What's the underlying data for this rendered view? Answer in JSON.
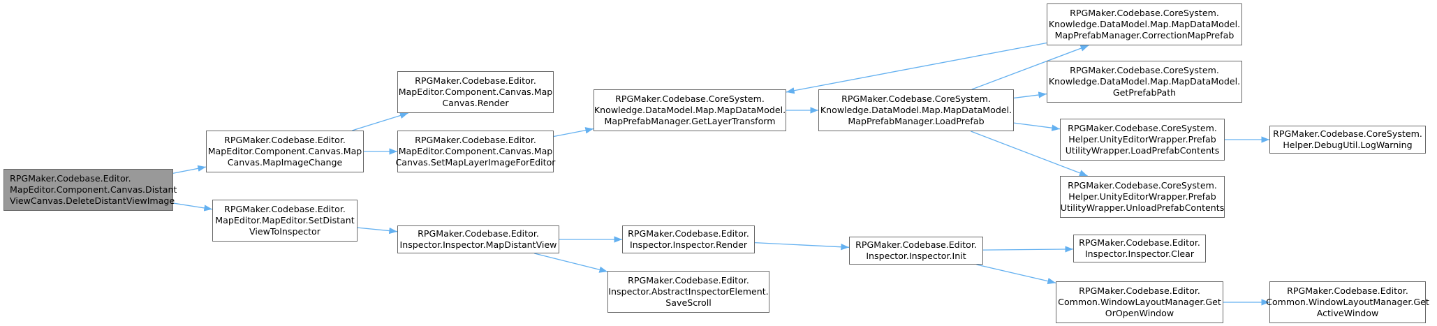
{
  "diagram": {
    "edge_color": "#63b0f0",
    "root_fill": "#999999",
    "nodes": [
      {
        "id": "n1",
        "lines": [
          "RPGMaker.Codebase.Editor.",
          "MapEditor.Component.Canvas.Distant",
          "ViewCanvas.DeleteDistantViewImage"
        ]
      },
      {
        "id": "n2",
        "lines": [
          "RPGMaker.Codebase.Editor.",
          "MapEditor.Component.Canvas.Map",
          "Canvas.MapImageChange"
        ]
      },
      {
        "id": "n3",
        "lines": [
          "RPGMaker.Codebase.Editor.",
          "MapEditor.Component.Canvas.Map",
          "Canvas.Render"
        ]
      },
      {
        "id": "n4",
        "lines": [
          "RPGMaker.Codebase.Editor.",
          "MapEditor.Component.Canvas.Map",
          "Canvas.SetMapLayerImageForEditor"
        ]
      },
      {
        "id": "n5",
        "lines": [
          "RPGMaker.Codebase.CoreSystem.",
          "Knowledge.DataModel.Map.MapDataModel.",
          "MapPrefabManager.GetLayerTransform"
        ]
      },
      {
        "id": "n6",
        "lines": [
          "RPGMaker.Codebase.CoreSystem.",
          "Knowledge.DataModel.Map.MapDataModel.",
          "MapPrefabManager.LoadPrefab"
        ]
      },
      {
        "id": "n7",
        "lines": [
          "RPGMaker.Codebase.CoreSystem.",
          "Knowledge.DataModel.Map.MapDataModel.",
          "MapPrefabManager.CorrectionMapPrefab"
        ]
      },
      {
        "id": "n8",
        "lines": [
          "RPGMaker.Codebase.CoreSystem.",
          "Knowledge.DataModel.Map.MapDataModel.",
          "GetPrefabPath"
        ]
      },
      {
        "id": "n9",
        "lines": [
          "RPGMaker.Codebase.CoreSystem.",
          "Helper.UnityEditorWrapper.Prefab",
          "UtilityWrapper.LoadPrefabContents"
        ]
      },
      {
        "id": "n10",
        "lines": [
          "RPGMaker.Codebase.CoreSystem.",
          "Helper.DebugUtil.LogWarning"
        ]
      },
      {
        "id": "n11",
        "lines": [
          "RPGMaker.Codebase.CoreSystem.",
          "Helper.UnityEditorWrapper.Prefab",
          "UtilityWrapper.UnloadPrefabContents"
        ]
      },
      {
        "id": "n12",
        "lines": [
          "RPGMaker.Codebase.Editor.",
          "MapEditor.MapEditor.SetDistant",
          "ViewToInspector"
        ]
      },
      {
        "id": "n13",
        "lines": [
          "RPGMaker.Codebase.Editor.",
          "Inspector.Inspector.MapDistantView"
        ]
      },
      {
        "id": "n14",
        "lines": [
          "RPGMaker.Codebase.Editor.",
          "Inspector.Inspector.Render"
        ]
      },
      {
        "id": "n15",
        "lines": [
          "RPGMaker.Codebase.Editor.",
          "Inspector.AbstractInspectorElement.",
          "SaveScroll"
        ]
      },
      {
        "id": "n16",
        "lines": [
          "RPGMaker.Codebase.Editor.",
          "Inspector.Inspector.Init"
        ]
      },
      {
        "id": "n17",
        "lines": [
          "RPGMaker.Codebase.Editor.",
          "Inspector.Inspector.Clear"
        ]
      },
      {
        "id": "n18",
        "lines": [
          "RPGMaker.Codebase.Editor.",
          "Common.WindowLayoutManager.Get",
          "OrOpenWindow"
        ]
      },
      {
        "id": "n19",
        "lines": [
          "RPGMaker.Codebase.Editor.",
          "Common.WindowLayoutManager.Get",
          "ActiveWindow"
        ]
      }
    ],
    "edges": [
      {
        "from": "n1",
        "to": "n2"
      },
      {
        "from": "n1",
        "to": "n12"
      },
      {
        "from": "n2",
        "to": "n3"
      },
      {
        "from": "n2",
        "to": "n4"
      },
      {
        "from": "n4",
        "to": "n5"
      },
      {
        "from": "n5",
        "to": "n6"
      },
      {
        "from": "n6",
        "to": "n7"
      },
      {
        "from": "n6",
        "to": "n8"
      },
      {
        "from": "n6",
        "to": "n9"
      },
      {
        "from": "n6",
        "to": "n11"
      },
      {
        "from": "n7",
        "to": "n5"
      },
      {
        "from": "n9",
        "to": "n10"
      },
      {
        "from": "n12",
        "to": "n13"
      },
      {
        "from": "n13",
        "to": "n14"
      },
      {
        "from": "n13",
        "to": "n15"
      },
      {
        "from": "n14",
        "to": "n16"
      },
      {
        "from": "n16",
        "to": "n17"
      },
      {
        "from": "n16",
        "to": "n18"
      },
      {
        "from": "n18",
        "to": "n19"
      }
    ]
  }
}
